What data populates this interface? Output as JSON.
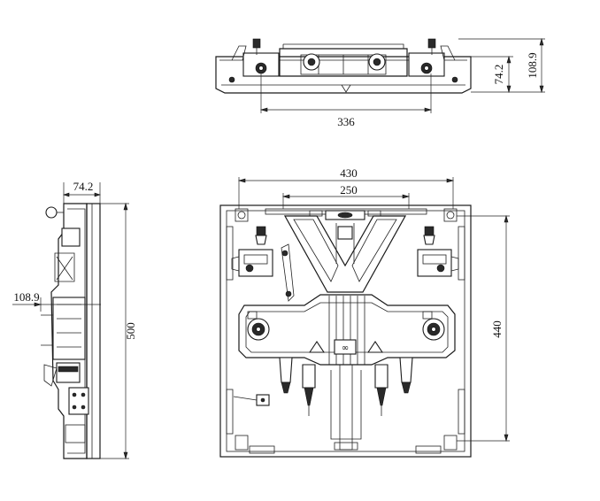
{
  "dimensions": {
    "top_width": "336",
    "top_height_outer": "108.9",
    "top_height_inner": "74.2",
    "front_width_outer": "430",
    "front_width_inner": "250",
    "front_height_right": "440",
    "side_depth_top": "74.2",
    "side_depth_left": "108.9",
    "side_height": "500"
  }
}
